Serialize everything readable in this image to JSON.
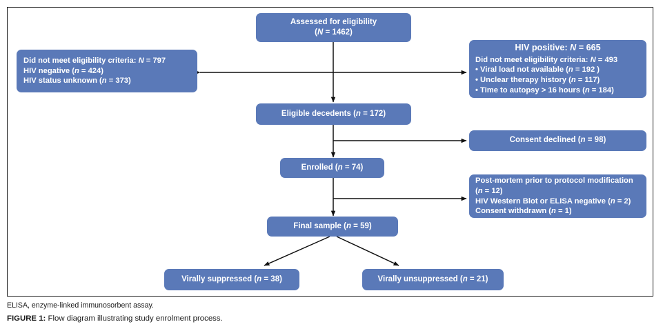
{
  "figure": {
    "note": "ELISA, enzyme-linked immunosorbent assay.",
    "caption_label": "FIGURE 1:",
    "caption_text": " Flow diagram illustrating study enrolment process."
  },
  "colors": {
    "node_fill": "#5a79b8",
    "node_text": "#ffffff",
    "connector": "#111111",
    "frame_border": "#1a1a1a",
    "page_background": "#ffffff"
  },
  "diagram": {
    "type": "flow-diagram",
    "nodes": {
      "assessed": {
        "line1": "Assessed for eligibility",
        "line2_prefix": "(",
        "line2_var": "N",
        "line2_suffix": " = 1462)"
      },
      "not_eligible_left": {
        "line1_text": "Did not meet eligibility criteria: ",
        "line1_var": "N",
        "line1_value": " = 797",
        "line2_text": "HIV negative (",
        "line2_var": "n",
        "line2_value": " = 424)",
        "line3_text": "HIV status unknown (",
        "line3_var": "n",
        "line3_value": " = 373)"
      },
      "hiv_positive_right": {
        "header_text": "HIV positive: ",
        "header_var": "N",
        "header_value": " = 665",
        "line1_text": "Did not meet eligibility criteria: ",
        "line1_var": "N",
        "line1_value": " = 493",
        "bullet1_text": "• Viral load not available (",
        "bullet1_var": "n",
        "bullet1_value": " = 192 )",
        "bullet2_text": "• Unclear therapy history (",
        "bullet2_var": "n",
        "bullet2_value": " = 117)",
        "bullet3_text": "• Time to autopsy > 16 hours (",
        "bullet3_var": "n",
        "bullet3_value": " = 184)"
      },
      "eligible": {
        "text": "Eligible decedents (",
        "var": "n",
        "value": " = 172)"
      },
      "consent_declined": {
        "text": "Consent declined (",
        "var": "n",
        "value": " = 98)"
      },
      "enrolled": {
        "text": "Enrolled (",
        "var": "n",
        "value": " = 74)"
      },
      "exclusions_right": {
        "line1_text": "Post-mortem prior to protocol modification",
        "line2_prefix": "(",
        "line2_var": "n",
        "line2_value": " = 12)",
        "line3_text": "HIV Western Blot or ELISA negative (",
        "line3_var": "n",
        "line3_value": " = 2)",
        "line4_text": "Consent withdrawn (",
        "line4_var": "n",
        "line4_value": " = 1)"
      },
      "final_sample": {
        "text": "Final sample (",
        "var": "n",
        "value": " = 59)"
      },
      "virally_suppressed": {
        "text": "Virally suppressed (",
        "var": "n",
        "value": " = 38)"
      },
      "virally_unsuppressed": {
        "text": "Virally unsuppressed (",
        "var": "n",
        "value": " = 21)"
      }
    },
    "counts": {
      "assessed_N": 1462,
      "did_not_meet_eligibility_N": 797,
      "hiv_negative_n": 424,
      "hiv_status_unknown_n": 373,
      "hiv_positive_N": 665,
      "hiv_positive_not_eligible_N": 493,
      "viral_load_not_available_n": 192,
      "unclear_therapy_history_n": 117,
      "time_to_autopsy_over_16h_n": 184,
      "eligible_decedents_n": 172,
      "consent_declined_n": 98,
      "enrolled_n": 74,
      "postmortem_prior_to_protocol_modification_n": 12,
      "hiv_western_blot_or_elisa_negative_n": 2,
      "consent_withdrawn_n": 1,
      "final_sample_n": 59,
      "virally_suppressed_n": 38,
      "virally_unsuppressed_n": 21
    }
  }
}
